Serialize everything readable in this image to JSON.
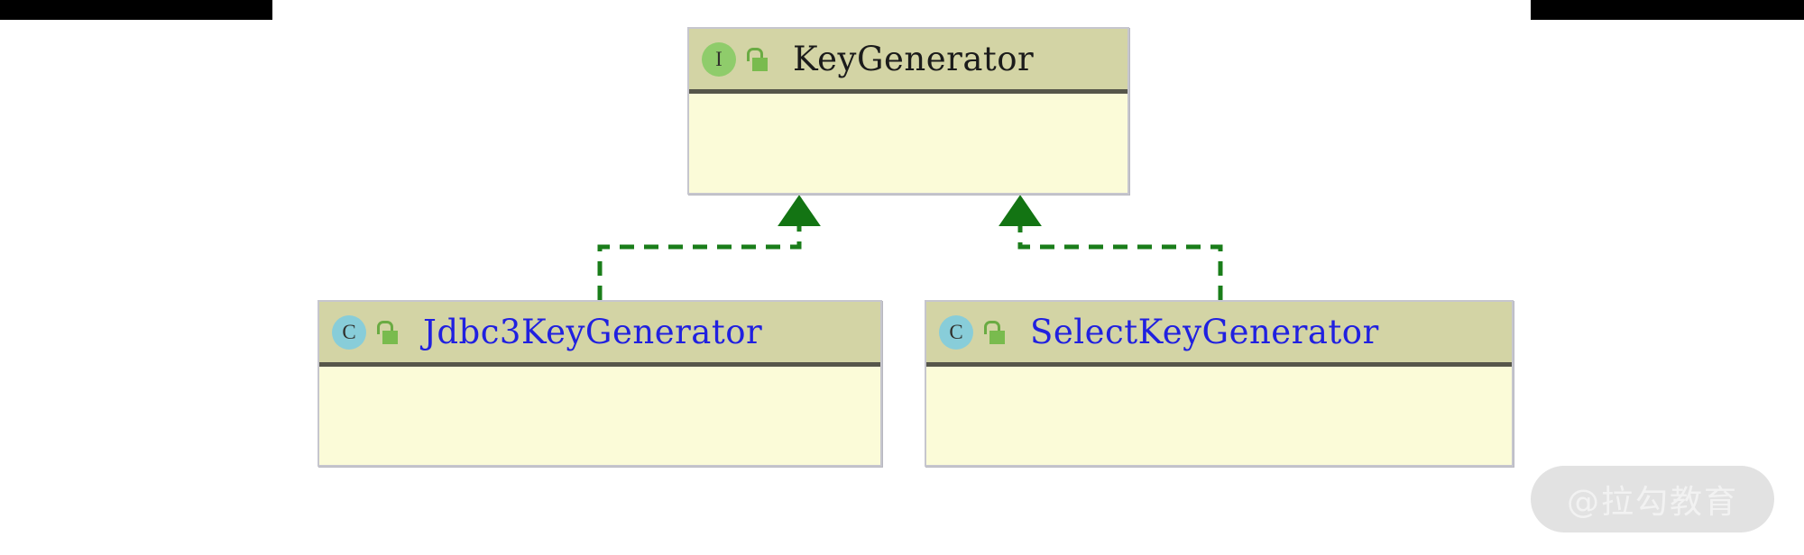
{
  "diagram": {
    "kind": "uml-class-diagram",
    "background_color": "#ffffff",
    "nodes": [
      {
        "id": "keygenerator",
        "name": "KeyGenerator",
        "stereotype": "interface",
        "badge_letter": "I",
        "badge_color": "#8fcc6b",
        "visibility_icon": "unlock-icon",
        "title_color": "#1b1b1b",
        "header_color": "#d3d4a5",
        "body_color": "#fbfbd8",
        "border_color": "#c6c6ce",
        "compartments": [
          "",
          ""
        ]
      },
      {
        "id": "jdbc3keygenerator",
        "name": "Jdbc3KeyGenerator",
        "stereotype": "class",
        "badge_letter": "C",
        "badge_color": "#88cdd9",
        "visibility_icon": "unlock-icon",
        "title_color": "#2020e0",
        "header_color": "#d3d4a5",
        "body_color": "#fbfbd8",
        "border_color": "#c6c6ce",
        "compartments": [
          "",
          ""
        ]
      },
      {
        "id": "selectkeygenerator",
        "name": "SelectKeyGenerator",
        "stereotype": "class",
        "badge_letter": "C",
        "badge_color": "#88cdd9",
        "visibility_icon": "unlock-icon",
        "title_color": "#2020e0",
        "header_color": "#d3d4a5",
        "body_color": "#fbfbd8",
        "border_color": "#c6c6ce",
        "compartments": [
          "",
          ""
        ]
      }
    ],
    "edges": [
      {
        "id": "edge-jdbc3-implements-keygenerator",
        "type": "realization",
        "style": "dashed",
        "color": "#1a7d1a",
        "arrowhead": "filled-triangle",
        "from": "jdbc3keygenerator",
        "to": "keygenerator"
      },
      {
        "id": "edge-selectkey-implements-keygenerator",
        "type": "realization",
        "style": "dashed",
        "color": "#1a7d1a",
        "arrowhead": "filled-triangle",
        "from": "selectkeygenerator",
        "to": "keygenerator"
      }
    ]
  },
  "decorations": {
    "top_bar_color": "#000000",
    "top_bar_left_label": "",
    "top_bar_right_label": ""
  },
  "watermark": {
    "text": "@拉勾教育",
    "pill_color": "#e2e2e2",
    "text_color": "#f2f2f2"
  }
}
